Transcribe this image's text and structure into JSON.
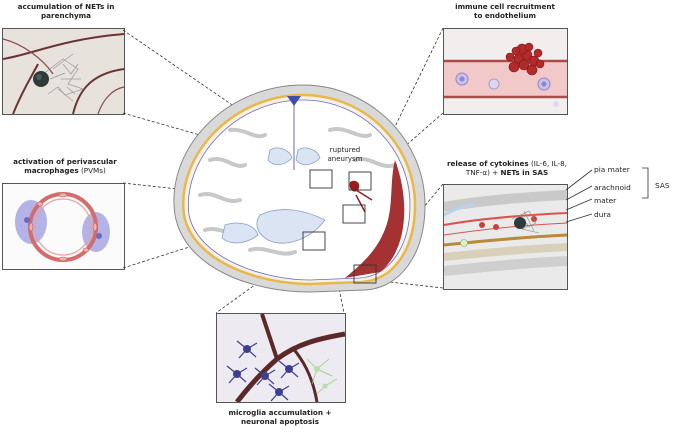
{
  "labels": {
    "nets_parenchyma_1": "accumulation of NETs in",
    "nets_parenchyma_2": "parenchyma",
    "immune_1": "immune cell recruitment",
    "immune_2": "to endothelium",
    "pvm_1": "activation of perivascular",
    "pvm_2a": "macrophages",
    "pvm_2b": " (PVMs)",
    "cyto_1a": "release of cytokines",
    "cyto_1b": " (IL-6, IL-8,",
    "cyto_2a": "TNF-α) + ",
    "cyto_2b": "NETs in SAS",
    "microglia_1": "microglia accumulation +",
    "microglia_2": "neuronal apoptosis",
    "aneurysm_1": "ruptured",
    "aneurysm_2": "aneurysm"
  },
  "meninges": {
    "pia": "pia mater",
    "arachnoid_1": "arachnoid",
    "arachnoid_2": "mater",
    "dura": "dura",
    "sas": "SAS"
  },
  "colors": {
    "blood": "#9b1c1c",
    "ventricle": "#dbe4f3",
    "dura_ring": "#e8b84a",
    "skull": "#dcdcdc",
    "neutrophil": "#2f3b3a",
    "macrophage": "#8f8fd6",
    "microglia": "#3d3f8f"
  }
}
